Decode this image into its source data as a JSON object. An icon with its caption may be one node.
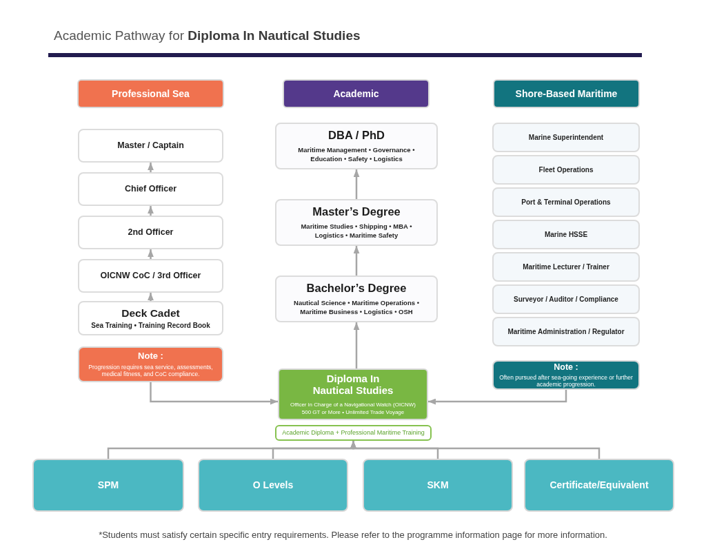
{
  "diagram": {
    "title": "Academic Pathway for **Diploma In Nautical Studies**",
    "caption": "*Students must satisfy certain specific entry requirements. Please refer to the programme information page for more information.",
    "nodes": [
      {
        "text": [
          "Professional Sea"
        ]
      },
      {
        "text": [
          "Academic"
        ]
      },
      {
        "text": [
          "Shore-Based Maritime"
        ]
      },
      {
        "text": [
          "Master / Captain"
        ]
      },
      {
        "text": [
          "Chief Officer"
        ]
      },
      {
        "text": [
          "2nd Officer"
        ]
      },
      {
        "text": [
          "OICNW CoC / 3rd Officer"
        ]
      },
      {
        "text": [
          "Deck Cadet",
          "Sea Training • Training Record Book"
        ]
      },
      {
        "text": [
          "Note :",
          "Progression requires sea service, assessments, medical fitness, and CoC compliance."
        ]
      },
      {
        "text": [
          "DBA / PhD",
          "Maritime Management • Governance • Education • Safety • Logistics"
        ]
      },
      {
        "text": [
          "Master’s Degree",
          "Maritime Studies • Shipping • MBA • Logistics • Maritime Safety"
        ]
      },
      {
        "text": [
          "Bachelor’s Degree",
          "Nautical Science • Maritime Operations • Maritime Business • Logistics • OSH"
        ]
      },
      {
        "text": [
          "Marine Superintendent"
        ]
      },
      {
        "text": [
          "Fleet Operations"
        ]
      },
      {
        "text": [
          "Port & Terminal Operations"
        ]
      },
      {
        "text": [
          "Marine HSSE"
        ]
      },
      {
        "text": [
          "Maritime Lecturer / Trainer"
        ]
      },
      {
        "text": [
          "Surveyor / Auditor / Compliance"
        ]
      },
      {
        "text": [
          "Maritime Administration / Regulator"
        ]
      },
      {
        "text": [
          "Note :",
          "Often pursued after sea-going experience or further academic progression."
        ]
      },
      {
        "text": [
          "Diploma In Nautical Studies",
          "Officer in Charge of a Navigational Watch (OICNW)",
          "500 GT or More • Unlimited Trade Voyage"
        ]
      },
      {
        "text": [
          "Academic Diploma + Professional Maritime Training"
        ]
      },
      {
        "text": [
          "SPM"
        ]
      },
      {
        "text": [
          "O Levels"
        ]
      },
      {
        "text": [
          "SKM"
        ]
      },
      {
        "text": [
          "Certificate/Equivalent"
        ]
      }
    ],
    "edges": [
      {
        "from": 4,
        "to": 3,
        "arrow": "to"
      },
      {
        "from": 5,
        "to": 4,
        "arrow": "to"
      },
      {
        "from": 6,
        "to": 5,
        "arrow": "to"
      },
      {
        "from": 7,
        "to": 6,
        "arrow": "to"
      },
      {
        "from": 10,
        "to": 9,
        "arrow": "to"
      },
      {
        "from": 11,
        "to": 10,
        "arrow": "to"
      },
      {
        "from": 20,
        "to": 11,
        "arrow": "to"
      },
      {
        "from": 8,
        "to": 20,
        "arrow": "to"
      },
      {
        "from": 19,
        "to": 20,
        "arrow": "to"
      },
      {
        "from": 22,
        "to": 21,
        "arrow": "to"
      },
      {
        "from": 23,
        "to": 21,
        "arrow": "to"
      },
      {
        "from": 24,
        "to": 21,
        "arrow": "to"
      },
      {
        "from": 25,
        "to": 21,
        "arrow": "to"
      }
    ]
  }
}
